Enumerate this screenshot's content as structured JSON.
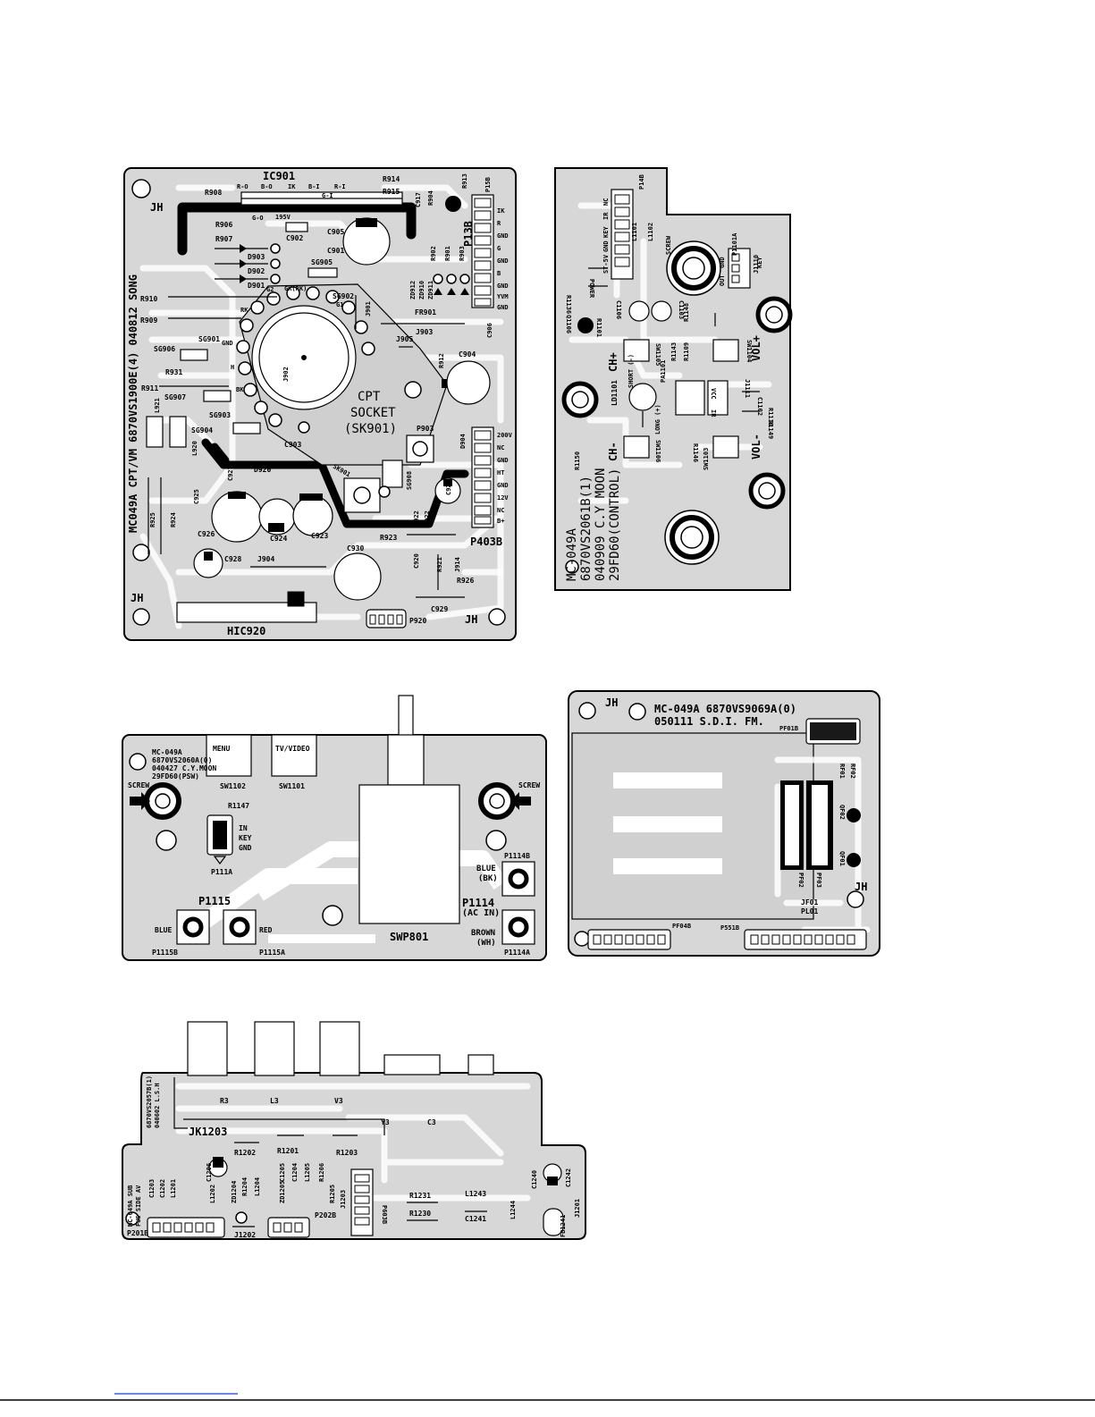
{
  "board_main": {
    "ic": "IC901",
    "refs": [
      "R908",
      "R906",
      "R907",
      "D903",
      "D902",
      "D901",
      "R914",
      "R915",
      "C917",
      "R913",
      "R904",
      "R903",
      "R902",
      "R901",
      "R910",
      "R909",
      "R931",
      "R911",
      "SG906",
      "SG901",
      "SG907",
      "SG903",
      "SG904",
      "SG905",
      "SG902",
      "C902",
      "C905",
      "C901",
      "C903",
      "ZD912",
      "ZD910",
      "ZD911",
      "FR901",
      "J901",
      "J902",
      "J903",
      "J905",
      "C906",
      "R912",
      "C904",
      "P903",
      "D904",
      "SG908",
      "C927",
      "D920",
      "C925",
      "C926",
      "C924",
      "C923",
      "C928",
      "C930",
      "C920",
      "C921",
      "C922",
      "R921",
      "R922",
      "R923",
      "R925",
      "R924",
      "R926",
      "J904",
      "J914",
      "C929",
      "L921",
      "L920",
      "P920",
      "HIC920",
      "P403B",
      "P13B",
      "P15B"
    ],
    "ic_pins": [
      "R-O",
      "B-O",
      "IK",
      "B-I",
      "R-I",
      "G-I",
      "GND",
      "G-O",
      "195V"
    ],
    "connector_top": [
      "IK",
      "R",
      "GND",
      "G",
      "GND",
      "B",
      "GND",
      "YVM",
      "GND"
    ],
    "connector_bottom": [
      "200V",
      "NC",
      "GND",
      "HT",
      "GND",
      "12V",
      "NC",
      "B+"
    ],
    "socket_pins": [
      "G2",
      "GK(RK)",
      "SG902",
      "G1",
      "RK",
      "GND",
      "H",
      "BK",
      "SK901"
    ],
    "socket_label": [
      "CPT",
      "SOCKET",
      "(SK901)"
    ],
    "side_text": "MC049A CPT/VM  6870VS1900E(4) 040812 SONG",
    "marks": [
      "JH",
      "JH",
      "JH"
    ]
  },
  "board_control": {
    "refs": [
      "P14B",
      "L1101",
      "L1102",
      "R1136",
      "Q1106",
      "R1101",
      "C1106",
      "C1103",
      "R1148",
      "SW1105",
      "SW1104",
      "R1143",
      "R1109",
      "PA1101",
      "LD1101",
      "C1102",
      "R1110",
      "R1149",
      "R1150",
      "SW1106",
      "SW1103",
      "R1146",
      "J1111",
      "J1110",
      "P1101A"
    ],
    "connector_pins": [
      "NC",
      "IR",
      "KEY",
      "GND",
      "ST-5V",
      "POWER"
    ],
    "p1101a_pins": [
      "GND",
      "OUT",
      "KEY"
    ],
    "buttons": [
      "CH+",
      "VOL+",
      "CH-",
      "VOL-"
    ],
    "misc": [
      "SCREW",
      "SHORT (-)",
      "LONG (+)",
      "VCC",
      "IR"
    ],
    "footer": [
      "MC-049A",
      "6870VS2061B(1)",
      "040909 C.Y MOON",
      "29FD60(CONTROL)"
    ]
  },
  "board_power": {
    "header": [
      "MC-049A",
      "6870VS2060A(0)",
      "040427 C.Y.MOON",
      "29FD60(PSW)"
    ],
    "switches": [
      "MENU",
      "TV/VIDEO",
      "SW1102",
      "SW1101"
    ],
    "refs": [
      "R1147",
      "P111A",
      "P1115",
      "P1115B",
      "P1115A",
      "P1114",
      "P1114B",
      "P1114A",
      "SWP801"
    ],
    "pins": [
      "IN",
      "KEY",
      "GND"
    ],
    "labels": [
      "SCREW",
      "SCREW",
      "BLUE",
      "RED",
      "BLUE",
      "(BK)",
      "(AC IN)",
      "BROWN",
      "(WH)"
    ]
  },
  "board_sdi": {
    "header": [
      "JH",
      "MC-049A  6870VS9069A(0)",
      "050111 S.D.I. FM."
    ],
    "refs": [
      "PF01B",
      "RF01",
      "RF02",
      "QF02",
      "QF01",
      "PF02",
      "PF03",
      "JF01",
      "PL01",
      "PF04B",
      "P551B",
      "JH"
    ]
  },
  "board_av": {
    "side_text": [
      "MC-049A SUB",
      "FUS SIDE AV",
      "6870VS2057B(1)",
      "040602 L.S.H"
    ],
    "refs": [
      "JK1203",
      "R3",
      "L3",
      "V3",
      "Y3",
      "C3",
      "R1202",
      "R1201",
      "R1203",
      "C1206",
      "C1205",
      "C1204",
      "L1205",
      "R1206",
      "R1204",
      "L1204",
      "ZD1204",
      "ZD1205",
      "R1205",
      "L1202",
      "C1203",
      "C1202",
      "L1201",
      "J1203",
      "P603B",
      "R1231",
      "R1230",
      "L1243",
      "C1241",
      "L1244",
      "C1240",
      "C1242",
      "J1201",
      "FB1241",
      "P201B",
      "J1202",
      "P202B"
    ]
  }
}
